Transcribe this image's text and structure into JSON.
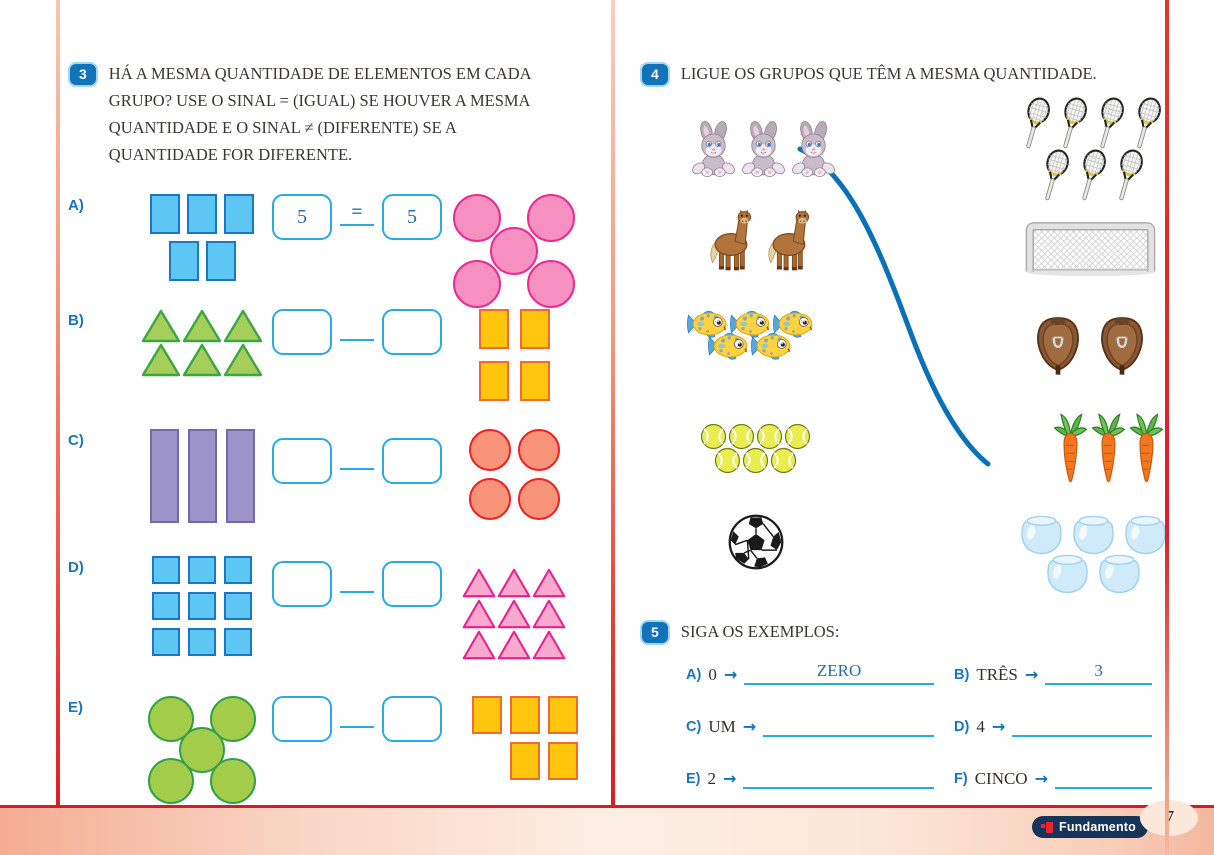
{
  "page": {
    "number": "7",
    "brand": "Fundamento",
    "accent_red": "#d71f26",
    "accent_salmon": "#f5b49c",
    "line_blue": "#2aaae2",
    "label_blue": "#1b75bb"
  },
  "ex3": {
    "badge": "3",
    "instruction": "HÁ A MESMA QUANTIDADE DE ELEMENTOS EM CADA GRUPO? USE O SINAL = (IGUAL) SE HOUVER A MESMA QUANTIDADE E O SINAL ≠ (DIFERENTE) SE A QUANTIDADE FOR DIFERENTE.",
    "rows": [
      {
        "label": "A)",
        "box1": "5",
        "sign": "=",
        "box2": "5",
        "left": {
          "shape": "rect",
          "count": 5,
          "rows": [
            3,
            2
          ],
          "w": 30,
          "h": 40,
          "gap": 7,
          "rowgap": 7,
          "fill": "#5ec6f2",
          "stroke": "#1b77c2"
        },
        "right": {
          "shape": "circle",
          "count": 5,
          "rows": [
            2,
            1,
            2
          ],
          "w": 48,
          "h": 48,
          "gap": 26,
          "rowgap": 0,
          "arrangement": "dice",
          "fill": "#f590c1",
          "stroke": "#eb2a92"
        }
      },
      {
        "label": "B)",
        "box1": "",
        "sign": "",
        "box2": "",
        "left": {
          "shape": "triangle",
          "count": 6,
          "rows": [
            3,
            3
          ],
          "w": 40,
          "h": 34,
          "gap": 1,
          "rowgap": 0,
          "fill": "#a5ce5a",
          "stroke": "#3ca644"
        },
        "right": {
          "shape": "rect",
          "count": 4,
          "rows": [
            2,
            2
          ],
          "w": 30,
          "h": 40,
          "gap": 11,
          "rowgap": 12,
          "fill": "#ffc60d",
          "stroke": "#f26a32"
        }
      },
      {
        "label": "C)",
        "box1": "",
        "sign": "",
        "box2": "",
        "left": {
          "shape": "rect",
          "count": 3,
          "rows": [
            3
          ],
          "w": 29,
          "h": 94,
          "gap": 9,
          "rowgap": 0,
          "fill": "#9c94c8",
          "stroke": "#7468ab"
        },
        "right": {
          "shape": "circle",
          "count": 4,
          "rows": [
            2,
            2
          ],
          "w": 42,
          "h": 42,
          "gap": 7,
          "rowgap": 7,
          "fill": "#f69378",
          "stroke": "#ed2024"
        }
      },
      {
        "label": "D)",
        "box1": "",
        "sign": "",
        "box2": "",
        "left": {
          "shape": "rect",
          "count": 9,
          "rows": [
            3,
            3,
            3
          ],
          "w": 28,
          "h": 28,
          "gap": 8,
          "rowgap": 8,
          "fill": "#5ec6f2",
          "stroke": "#1b77c2"
        },
        "right": {
          "shape": "triangle",
          "count": 9,
          "rows": [
            3,
            3,
            3
          ],
          "w": 34,
          "h": 30,
          "gap": 1,
          "rowgap": 1,
          "fill": "#f9a8ce",
          "stroke": "#ec1e8e"
        }
      },
      {
        "label": "E)",
        "box1": "",
        "sign": "",
        "box2": "",
        "left": {
          "shape": "circle",
          "count": 5,
          "rows": [
            2,
            1,
            2
          ],
          "w": 46,
          "h": 46,
          "gap": 16,
          "rowgap": 0,
          "arrangement": "dice",
          "fill": "#a3cc4b",
          "stroke": "#31a048"
        },
        "right": {
          "shape": "rect",
          "count": 5,
          "rows": [
            3,
            2
          ],
          "w": 30,
          "h": 38,
          "gap": 8,
          "rowgap": 8,
          "align": "flex-end",
          "fill": "#ffc60d",
          "stroke": "#f26a32"
        }
      }
    ]
  },
  "ex4": {
    "badge": "4",
    "instruction": "LIGUE OS GRUPOS QUE TÊM A MESMA QUANTIDADE.",
    "left": [
      {
        "name": "rabbits",
        "icon": "rabbit",
        "count": 3,
        "rows": [
          3
        ],
        "gap": 3,
        "rowgap": 0
      },
      {
        "name": "horses",
        "icon": "horse",
        "count": 2,
        "rows": [
          2
        ],
        "gap": 8,
        "rowgap": 0
      },
      {
        "name": "fish",
        "icon": "fish",
        "count": 5,
        "rows": [
          3,
          2
        ],
        "gap": 2,
        "rowgap": -8
      },
      {
        "name": "tennis-balls",
        "icon": "tennis-ball",
        "count": 7,
        "rows": [
          4,
          3
        ],
        "gap": 1,
        "rowgap": -3
      },
      {
        "name": "soccer-ball",
        "icon": "soccer-ball",
        "count": 1,
        "rows": [
          1
        ],
        "gap": 0,
        "rowgap": 0
      }
    ],
    "right": [
      {
        "name": "tennis-rackets",
        "icon": "tennis-racket",
        "count": 7,
        "rows": [
          4,
          3
        ],
        "gap": 2,
        "rowgap": -6
      },
      {
        "name": "goal",
        "icon": "goal",
        "count": 1,
        "rows": [
          1
        ],
        "gap": 0,
        "rowgap": 0
      },
      {
        "name": "saddles",
        "icon": "saddle",
        "count": 2,
        "rows": [
          2
        ],
        "gap": 12,
        "rowgap": 0
      },
      {
        "name": "carrots",
        "icon": "carrot",
        "count": 3,
        "rows": [
          3
        ],
        "gap": 3,
        "rowgap": 0
      },
      {
        "name": "fishbowls",
        "icon": "fishbowl",
        "count": 5,
        "rows": [
          3,
          2
        ],
        "gap": 5,
        "rowgap": -2
      }
    ],
    "connection": {
      "from": "rabbits",
      "to": "carrots",
      "color": "#0a70b7"
    }
  },
  "ex5": {
    "badge": "5",
    "title": "SIGA OS EXEMPLOS:",
    "items": [
      {
        "label": "A)",
        "prompt": "0",
        "answer": "ZERO"
      },
      {
        "label": "B)",
        "prompt": "TRÊS",
        "answer": "3"
      },
      {
        "label": "C)",
        "prompt": "UM",
        "answer": ""
      },
      {
        "label": "D)",
        "prompt": "4",
        "answer": ""
      },
      {
        "label": "E)",
        "prompt": "2",
        "answer": ""
      },
      {
        "label": "F)",
        "prompt": "CINCO",
        "answer": ""
      }
    ]
  }
}
